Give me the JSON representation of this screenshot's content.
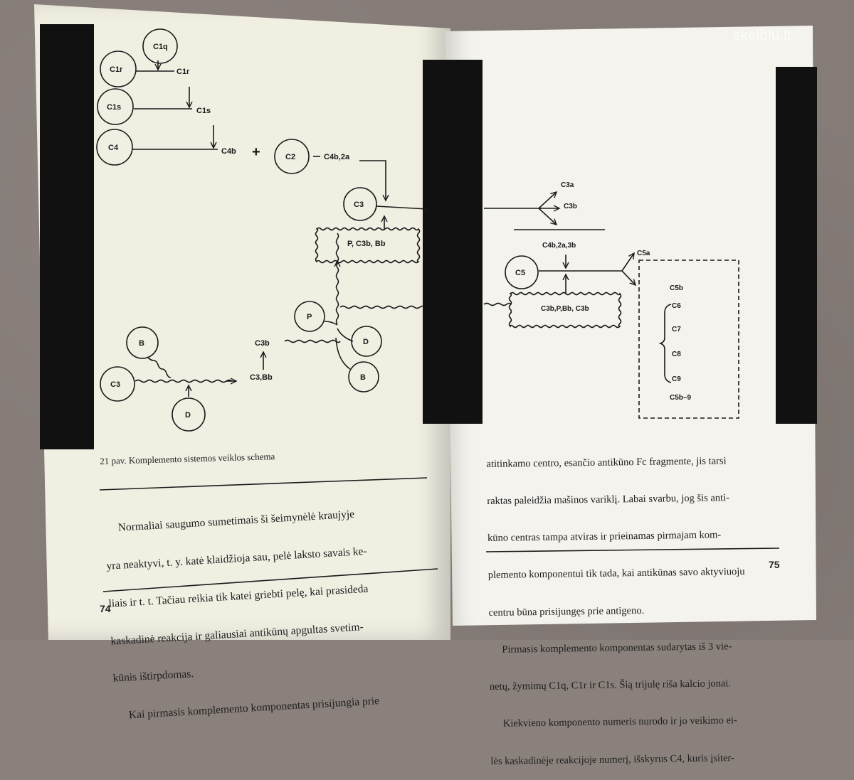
{
  "watermark": {
    "text": "skelbiu.lt"
  },
  "diagram": {
    "nodes": {
      "c1q": "C1q",
      "c1r": "C1r",
      "c1s": "C1s",
      "c4": "C4",
      "c2": "C2",
      "c3_top": "C3",
      "p": "P",
      "d_mid": "D",
      "b_mid": "B",
      "b_bottom": "B",
      "c3_bottom": "C3",
      "d_bottom": "D",
      "c5": "C5"
    },
    "labels": {
      "c1r_out": "C1r",
      "c1s_out": "C1s",
      "c4b": "C4b",
      "plus": "+",
      "c4b2a": "C4b,2a",
      "box_pc3bbb": "P, C3b, Bb",
      "c3b": "C3b",
      "c3bb": "C3,Bb",
      "c3a": "C3a",
      "c3b_right": "C3b",
      "c4b2a3b": "C4b,2a,3b",
      "c5a": "C5a",
      "box_c3bpbbc3b": "C3b,P,Bb, C3b",
      "c5b": "C5b",
      "c6": "C6",
      "c7": "C7",
      "c8": "C8",
      "c9": "C9",
      "c5b9": "C5b–9"
    }
  },
  "left_page": {
    "caption": "21 pav. Komplemento sistemos veiklos schema",
    "paragraph": [
      "     Normaliai saugumo sumetimais ši šeimynėlė kraujyje",
      "yra neaktyvi, t. y. katė klaidžioja sau, pelė laksto savais ke-",
      "liais ir t. t. Tačiau reikia tik katei griebti pelę, kai prasideda",
      "kaskadinė reakcija ir galiausiai antikūnų apgultas svetim-",
      "kūnis ištirpdomas.",
      "     Kai pirmasis komplemento komponentas prisijungia prie"
    ],
    "page_number": "74"
  },
  "right_page": {
    "paragraph": [
      "atitinkamo centro, esančio antikūno Fc fragmente, jis tarsi",
      "raktas paleidžia mašinos variklį. Labai svarbu, jog šis anti-",
      "kūno centras tampa atviras ir prieinamas pirmajam kom-",
      "plemento komponentui tik tada, kai antikūnas savo aktyviuoju",
      "centru būna prisijungęs prie antigeno.",
      "     Pirmasis komplemento komponentas sudarytas iš 3 vie-",
      "netų, žymimų C1q, C1r ir C1s. Šią trijulę riša kalcio jonai.",
      "     Kiekvieno komponento numeris nurodo ir jo veikimo ei-",
      "lės kaskadinėje reakcijoje numerį, išskyrus C4, kuris įsiter-"
    ],
    "page_number": "75"
  }
}
